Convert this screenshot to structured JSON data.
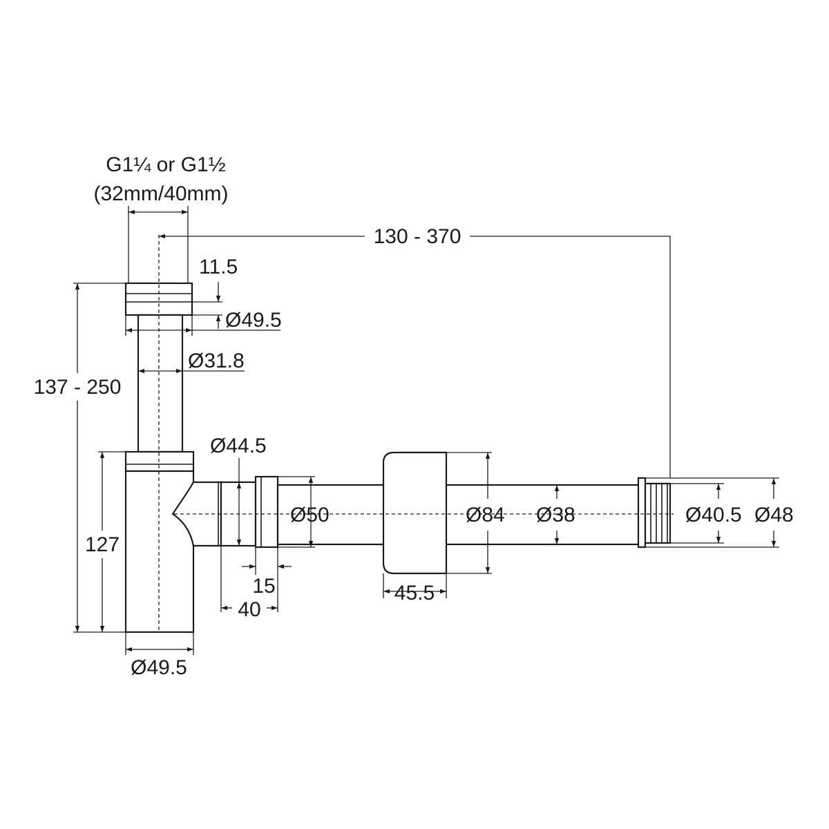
{
  "header": {
    "thread_line1": "G1¼ or G1½",
    "thread_line2": "(32mm/40mm)"
  },
  "dimensions": {
    "wall_length": "130 - 370",
    "nut_height": "11.5",
    "top_nut_diameter": "Ø49.5",
    "tailpiece_diameter": "Ø31.8",
    "total_height": "137 - 250",
    "bottle_height": "127",
    "bottle_diameter": "Ø49.5",
    "elbow_diameter": "Ø44.5",
    "outlet_diameter": "Ø50",
    "nut_width": "15",
    "elbow_length": "40",
    "flange_diameter": "Ø84",
    "flange_depth": "45.5",
    "pipe_diameter": "Ø38",
    "thread_diameter": "Ø40.5",
    "end_flange_diameter": "Ø48"
  }
}
